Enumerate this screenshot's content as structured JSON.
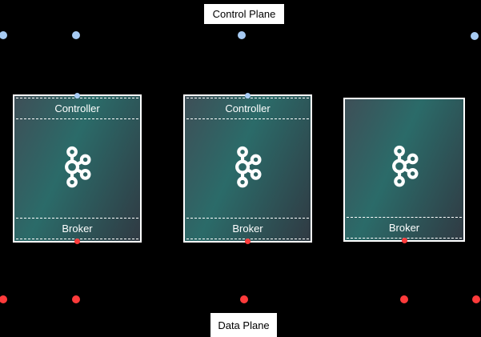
{
  "diagram": {
    "control_plane_label": "Control Plane",
    "data_plane_label": "Data Plane"
  },
  "nodes": [
    {
      "controller_label": "Controller",
      "broker_label": "Broker"
    },
    {
      "controller_label": "Controller",
      "broker_label": "Broker"
    },
    {
      "broker_label": "Broker"
    }
  ],
  "icons": {
    "kafka_logo": "kafka-logo-icon",
    "control_plane_endpoint": "blue-dot",
    "data_plane_endpoint": "red-dot"
  },
  "colors": {
    "background": "#000000",
    "control_plane_dot": "#a7cbf3",
    "data_plane_dot": "#ff3b3b",
    "node_border": "#ffffff",
    "node_gradient_start": "#3e4f57",
    "node_gradient_mid": "#2b6b69",
    "node_gradient_end": "#303a43",
    "label_background": "#ffffff",
    "label_text": "#000000",
    "node_text": "#ffffff"
  }
}
